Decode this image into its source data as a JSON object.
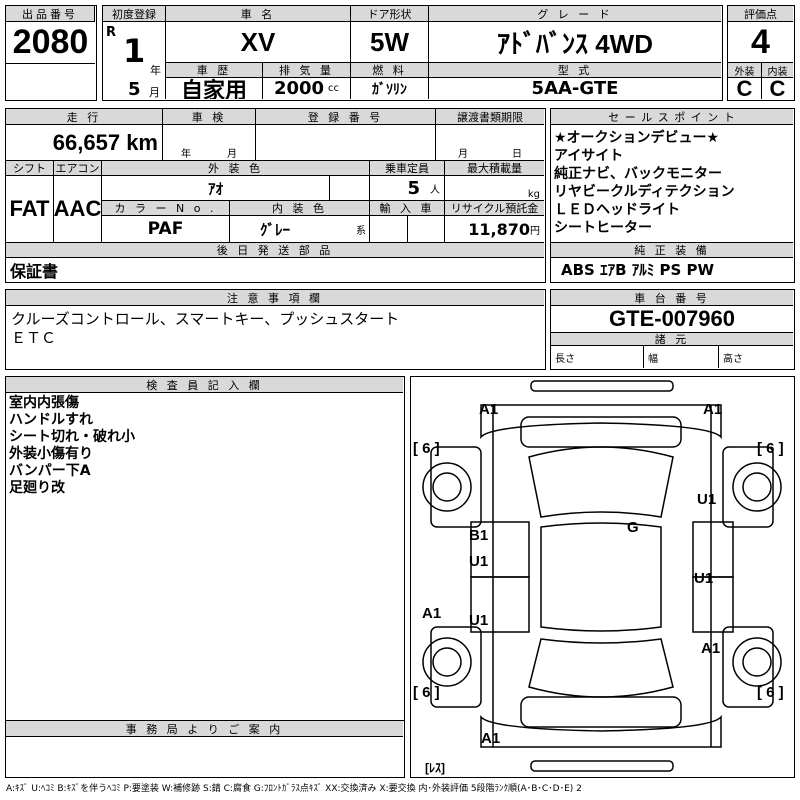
{
  "lot": {
    "label": "出品番号",
    "value": "2080"
  },
  "first_reg": {
    "label": "初度登録",
    "era": "R",
    "year": "1",
    "year_unit": "年",
    "month": "5",
    "month_unit": "月"
  },
  "car_name": {
    "label": "車 名",
    "value": "XV"
  },
  "door": {
    "label": "ドア形状",
    "value": "5W"
  },
  "grade": {
    "label": "グ レ ー ド",
    "value": "ｱﾄﾞﾊﾞﾝｽ 4WD"
  },
  "score": {
    "label": "評価点",
    "value": "4",
    "ext_label": "外装",
    "int_label": "内装",
    "ext": "C",
    "int": "C"
  },
  "history": {
    "label": "車 歴",
    "value": "自家用"
  },
  "displacement": {
    "label": "排 気 量",
    "value": "2000",
    "unit": "cc"
  },
  "fuel": {
    "label": "燃 料",
    "value": "ｶﾞｿﾘﾝ"
  },
  "model": {
    "label": "型 式",
    "value": "5AA-GTE"
  },
  "mileage": {
    "label": "走 行",
    "value": "66,657 km"
  },
  "inspection": {
    "label": "車 検",
    "year_unit": "年",
    "month_unit": "月"
  },
  "reg_no": {
    "label": "登 録 番 号"
  },
  "transfer": {
    "label": "譲渡書類期限",
    "month_unit": "月",
    "day_unit": "日"
  },
  "shift": {
    "label": "シフト",
    "value": "FAT"
  },
  "ac": {
    "label": "エアコン",
    "value": "AAC"
  },
  "ext_color": {
    "label": "外 装 色",
    "value": "ｱｵ"
  },
  "capacity": {
    "label": "乗車定員",
    "value": "5",
    "unit": "人"
  },
  "max_load": {
    "label": "最大積載量",
    "unit": "kg"
  },
  "color_no": {
    "label": "カ ラ ー N o .",
    "value": "PAF"
  },
  "int_color": {
    "label": "内 装 色",
    "value": "ｸﾞﾚｰ",
    "unit": "系"
  },
  "import": {
    "label": "輸 入 車"
  },
  "recycle": {
    "label": "リサイクル預託金",
    "value": "11,870",
    "unit": "円"
  },
  "later_parts": {
    "label": "後 日 発 送 部 品",
    "value": "保証書"
  },
  "sales_points": {
    "label": "セ ー ル ス ポ イ ン ト",
    "items": [
      "★オークションデビュー★",
      "アイサイト",
      "純正ナビ、バックモニター",
      "リヤビークルディテクション",
      "ＬＥＤヘッドライト",
      "シートヒーター"
    ]
  },
  "equipment": {
    "label": "純 正 装 備",
    "value": "ABS ｴｱB ｱﾙﾐ PS PW"
  },
  "notes": {
    "label": "注 意 事 項 欄",
    "lines": [
      "クルーズコントロール、スマートキー、プッシュスタート",
      "ＥＴＣ"
    ]
  },
  "chassis": {
    "label": "車 台 番 号",
    "value": "GTE-007960",
    "spec_label": "諸 元",
    "length": "長さ",
    "width": "幅",
    "height": "高さ"
  },
  "inspector": {
    "label": "検 査 員 記 入 欄",
    "lines": [
      "室内内張傷",
      "ハンドルすれ",
      "シート切れ・破れ小",
      "外装小傷有り",
      "バンパー下A",
      "足廻り改"
    ]
  },
  "office": {
    "label": "事 務 局 よ り ご 案 内"
  },
  "diagram": {
    "marks": [
      "A1",
      "A1",
      "[ 6 ]",
      "[ 6 ]",
      "U1",
      "G",
      "B1",
      "U1",
      "U1",
      "A1",
      "U1",
      "A1",
      "[ 6 ]",
      "[ 6 ]",
      "A1",
      "[ﾚｽ]"
    ]
  },
  "legend": "A:ｷｽﾞ U:ﾍｺﾐ B:ｷｽﾞを伴うﾍｺﾐ P:要塗装 W:補修跡 S:錆 C:腐食 G:ﾌﾛﾝﾄｶﾞﾗｽ点ｷｽﾞ XX:交換済み X:要交換 内･外装評価 5段階ﾗﾝｸ順(A･B･C･D･E) 2"
}
